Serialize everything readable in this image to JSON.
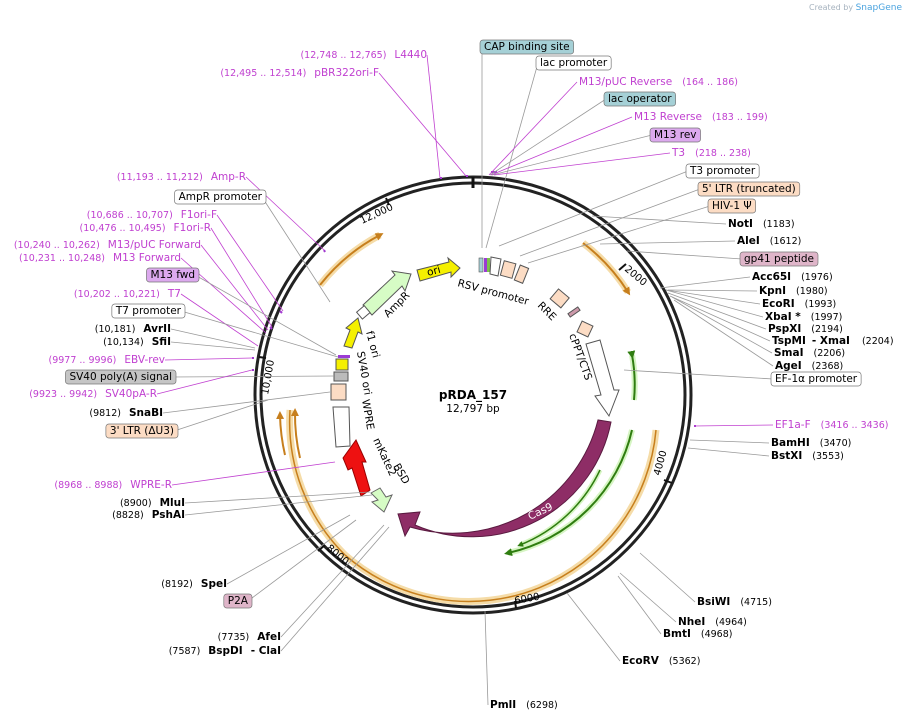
{
  "credit": {
    "prefix": "Created by",
    "brand": "SnapGene"
  },
  "plasmid": {
    "name": "pRDA_157",
    "size": "12,797 bp"
  },
  "colors": {
    "purple": "#a23ccf",
    "magenta": "#c040d0",
    "cas9": "#8e2d66",
    "orange": "#e8a030",
    "green": "#3e9b1c",
    "red": "#ee1111",
    "yellow": "#f5f000",
    "ltgreen": "#d6fcc5",
    "peach": "#fcdcc4",
    "teal": "#a5d0d6",
    "lilac": "#dca9ee",
    "pink": "#dfb5c9",
    "gray": "#c5c5c5"
  },
  "ticks": [
    {
      "label": "2000",
      "icon": "tick-label"
    },
    {
      "label": "4000",
      "icon": "tick-label"
    },
    {
      "label": "6000",
      "icon": "tick-label"
    },
    {
      "label": "8000",
      "icon": "tick-label"
    },
    {
      "label": "10,000",
      "icon": "tick-label"
    },
    {
      "label": "12,000",
      "icon": "tick-label"
    }
  ],
  "features_inner": {
    "ori": "ori",
    "ampr": "AmpR",
    "f1ori": "f1 ori",
    "sv40ori": "SV40 ori",
    "wpre": "WPRE",
    "mkate2": "mKate2",
    "bsd": "BSD",
    "cas9": "Cas9",
    "cppt": "cPPT/CTS",
    "rre": "RRE",
    "rsv": "RSV promoter"
  },
  "labels_right": [
    {
      "text": "CAP binding site",
      "style": "teal"
    },
    {
      "text": "lac promoter",
      "style": "box"
    },
    {
      "text": "M13/pUC Reverse",
      "style": "purple",
      "coord": "(164 .. 186)"
    },
    {
      "text": "lac operator",
      "style": "teal"
    },
    {
      "text": "M13 Reverse",
      "style": "purple",
      "coord": "(183 .. 199)"
    },
    {
      "text": "M13 rev",
      "style": "lilac"
    },
    {
      "text": "T3",
      "style": "purple",
      "coord": "(218 .. 238)"
    },
    {
      "text": "T3 promoter",
      "style": "box"
    },
    {
      "text": "5' LTR (truncated)",
      "style": "peach"
    },
    {
      "text": "HIV-1 Ψ",
      "style": "peach"
    },
    {
      "text": "NotI",
      "style": "enz",
      "coord": "(1183)"
    },
    {
      "text": "AleI",
      "style": "enz",
      "coord": "(1612)"
    },
    {
      "text": "gp41 peptide",
      "style": "pink"
    },
    {
      "text": "Acc65I",
      "style": "enz",
      "coord": "(1976)"
    },
    {
      "text": "KpnI",
      "style": "enz",
      "coord": "(1980)"
    },
    {
      "text": "EcoRI",
      "style": "enz",
      "coord": "(1993)"
    },
    {
      "text": "XbaI *",
      "style": "enz",
      "coord": "(1997)"
    },
    {
      "text": "PspXI",
      "style": "enz",
      "coord": "(2194)"
    },
    {
      "text": "TspMI",
      "style": "enz",
      "coord": "(2204)",
      "suffix": "- XmaI"
    },
    {
      "text": "SmaI",
      "style": "enz",
      "coord": "(2206)"
    },
    {
      "text": "AgeI",
      "style": "enz",
      "coord": "(2368)"
    },
    {
      "text": "EF-1α promoter",
      "style": "box"
    },
    {
      "text": "EF1a-F",
      "style": "purple",
      "coord": "(3416 .. 3436)"
    },
    {
      "text": "BamHI",
      "style": "enz",
      "coord": "(3470)"
    },
    {
      "text": "BstXI",
      "style": "enz",
      "coord": "(3553)"
    },
    {
      "text": "BsiWI",
      "style": "enz",
      "coord": "(4715)"
    },
    {
      "text": "NheI",
      "style": "enz",
      "coord": "(4964)"
    },
    {
      "text": "BmtI",
      "style": "enz",
      "coord": "(4968)"
    },
    {
      "text": "EcoRV",
      "style": "enz",
      "coord": "(5362)"
    },
    {
      "text": "PmlI",
      "style": "enz",
      "coord": "(6298)"
    }
  ],
  "labels_left": [
    {
      "text": "L4440",
      "style": "purple",
      "coord": "(12,748 .. 12,765)"
    },
    {
      "text": "pBR322ori-F",
      "style": "purple",
      "coord": "(12,495 .. 12,514)"
    },
    {
      "text": "Amp-R",
      "style": "purple",
      "coord": "(11,193 .. 11,212)"
    },
    {
      "text": "AmpR promoter",
      "style": "box"
    },
    {
      "text": "F1ori-F",
      "style": "purple",
      "coord": "(10,686 .. 10,707)"
    },
    {
      "text": "F1ori-R",
      "style": "purple",
      "coord": "(10,476 .. 10,495)"
    },
    {
      "text": "M13/pUC Forward",
      "style": "purple",
      "coord": "(10,240 .. 10,262)"
    },
    {
      "text": "M13 Forward",
      "style": "purple",
      "coord": "(10,231 .. 10,248)"
    },
    {
      "text": "M13 fwd",
      "style": "lilac"
    },
    {
      "text": "T7",
      "style": "purple",
      "coord": "(10,202 .. 10,221)"
    },
    {
      "text": "T7 promoter",
      "style": "box"
    },
    {
      "text": "AvrII",
      "style": "enz",
      "coord": "(10,181)"
    },
    {
      "text": "SfiI",
      "style": "enz",
      "coord": "(10,134)"
    },
    {
      "text": "EBV-rev",
      "style": "purple",
      "coord": "(9977 .. 9996)"
    },
    {
      "text": "SV40 poly(A) signal",
      "style": "gray"
    },
    {
      "text": "SV40pA-R",
      "style": "purple",
      "coord": "(9923 .. 9942)"
    },
    {
      "text": "SnaBI",
      "style": "enz",
      "coord": "(9812)"
    },
    {
      "text": "3' LTR (ΔU3)",
      "style": "peach"
    },
    {
      "text": "WPRE-R",
      "style": "purple",
      "coord": "(8968 .. 8988)"
    },
    {
      "text": "MluI",
      "style": "enz",
      "coord": "(8900)"
    },
    {
      "text": "PshAI",
      "style": "enz",
      "coord": "(8828)"
    },
    {
      "text": "SpeI",
      "style": "enz",
      "coord": "(8192)"
    },
    {
      "text": "P2A",
      "style": "pink"
    },
    {
      "text": "AfeI",
      "style": "enz",
      "coord": "(7735)"
    },
    {
      "text": "BspDI",
      "style": "enz",
      "coord": "(7587)",
      "suffix": "- ClaI"
    }
  ]
}
